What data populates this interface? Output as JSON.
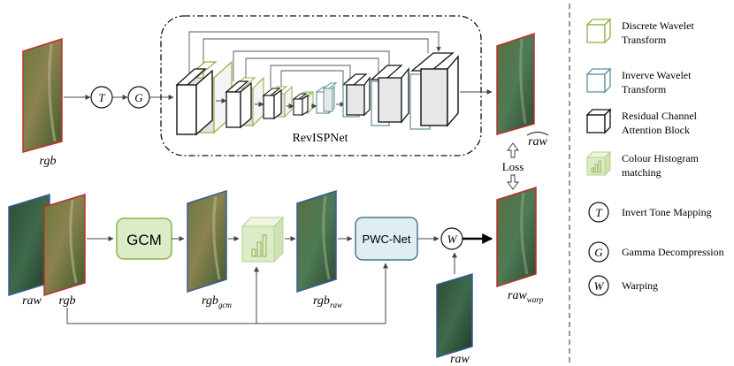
{
  "network": {
    "title": "RevISPNet",
    "op_t": "T",
    "op_g": "G",
    "op_w": "W"
  },
  "labels": {
    "rgb_top": "rgb",
    "raw_hat": "raw",
    "loss": "Loss",
    "raw_left": "raw",
    "rgb_left": "rgb",
    "gcm_block": "GCM",
    "rgb_gcm_base": "rgb",
    "rgb_gcm_sub": "gcm",
    "rgb_raw_base": "rgb",
    "rgb_raw_sub": "raw",
    "pwc_block": "PWC-Net",
    "raw_warp_base": "raw",
    "raw_warp_sub": "warp",
    "raw_bottom": "raw"
  },
  "legend": [
    {
      "icon": "dwt-cube",
      "lines": [
        "Discrete Wavelet",
        "Transform"
      ]
    },
    {
      "icon": "iwt-cube",
      "lines": [
        "Inverve Wavelet",
        "Transform"
      ]
    },
    {
      "icon": "rcab-cube",
      "lines": [
        "Residual Channel",
        "Attention Block"
      ]
    },
    {
      "icon": "histogram-cube",
      "lines": [
        "Colour Histogram",
        "matching"
      ]
    },
    {
      "icon": "t-circle",
      "symbol": "T",
      "lines": [
        "Invert Tone Mapping"
      ]
    },
    {
      "icon": "g-circle",
      "symbol": "G",
      "lines": [
        "Gamma Decompression"
      ]
    },
    {
      "icon": "w-circle",
      "symbol": "W",
      "lines": [
        "Warping"
      ]
    }
  ],
  "colors": {
    "dwt": "#8fb04a",
    "iwt": "#5f8fa0",
    "rcab": "#111111",
    "gcm_fill": "#dcebc8",
    "gcm_stroke": "#8fb04a",
    "pwc_fill": "#dfeef2",
    "pwc_stroke": "#4a7a8a",
    "raw_border": "#3a5aa0",
    "rgb_border": "#c03030"
  }
}
